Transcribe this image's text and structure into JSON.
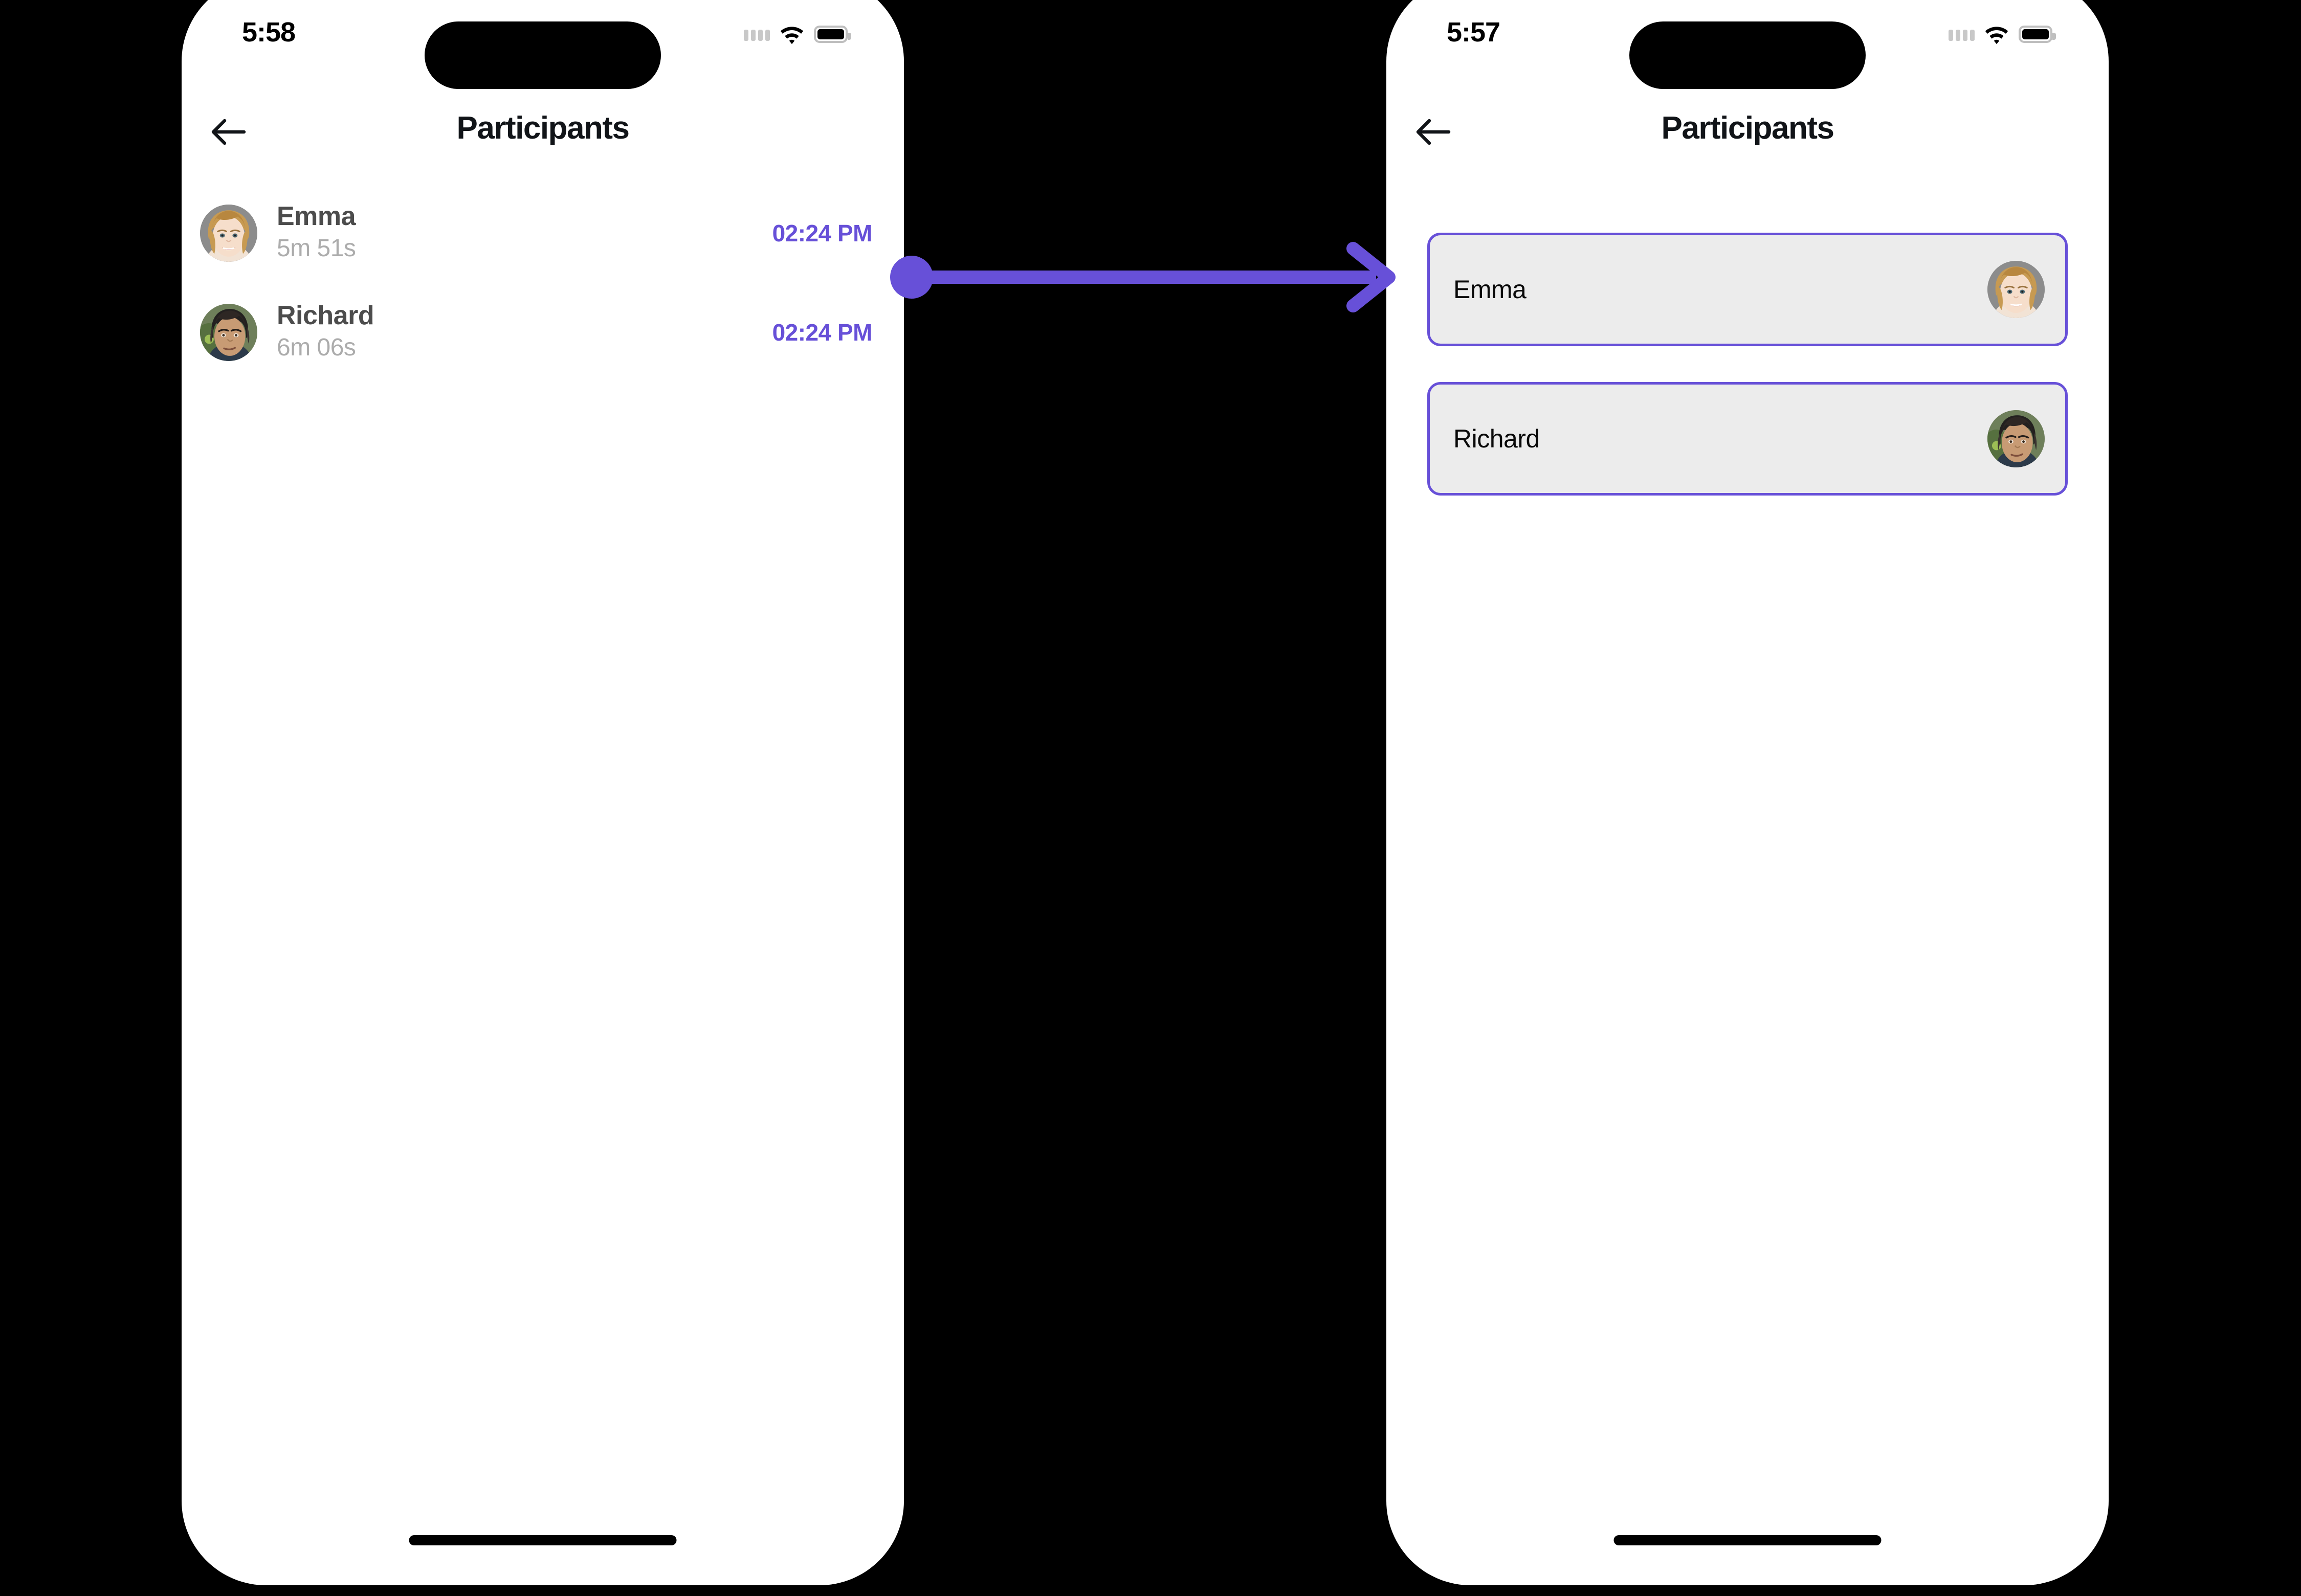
{
  "theme": {
    "accent": "#6750D8",
    "card_fill": "#ECECEC",
    "name_color": "#4C4C4C",
    "duration_color": "#ACACAC",
    "title_color": "#111418",
    "background": "#000000",
    "screen_background": "#FFFFFF"
  },
  "left_phone": {
    "status_bar": {
      "time": "5:58",
      "signal_icon": "signal-dots-icon",
      "wifi_icon": "wifi-icon",
      "battery_icon": "battery-full-icon"
    },
    "nav": {
      "back_icon": "arrow-left-icon",
      "title": "Participants"
    },
    "participants": [
      {
        "name": "Emma",
        "duration": "5m 51s",
        "time": "02:24 PM",
        "avatar": "avatar-emma"
      },
      {
        "name": "Richard",
        "duration": "6m 06s",
        "time": "02:24 PM",
        "avatar": "avatar-richard"
      }
    ]
  },
  "right_phone": {
    "status_bar": {
      "time": "5:57",
      "signal_icon": "signal-dots-icon",
      "wifi_icon": "wifi-icon",
      "battery_icon": "battery-full-icon"
    },
    "nav": {
      "back_icon": "arrow-left-icon",
      "title": "Participants"
    },
    "cards": [
      {
        "name": "Emma",
        "avatar": "avatar-emma"
      },
      {
        "name": "Richard",
        "avatar": "avatar-richard"
      }
    ]
  },
  "annotation": {
    "type": "arrow",
    "color": "#6750D8",
    "from": "left-phone-emma-row-timestamp",
    "to": "right-phone-emma-card"
  }
}
